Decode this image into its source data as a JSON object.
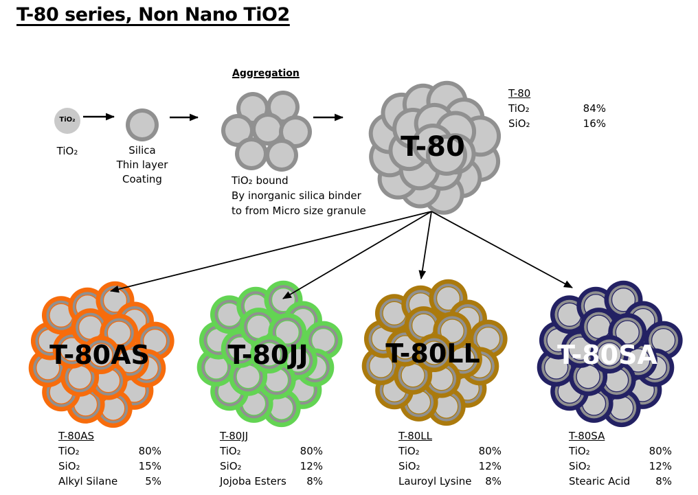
{
  "title": "T-80 series, Non Nano TiO2",
  "colors": {
    "particle_fill": "#c9c9c9",
    "particle_ring": "#909090",
    "plain_particle_fill": "#c9c9c9",
    "arrow": "#000000",
    "t80as_orange": "#f76c0c",
    "t80jj_green": "#63d453",
    "t80ll_gold": "#ab7a0d",
    "t80sa_navy": "#232163"
  },
  "process": {
    "tio2_particle_text": "TiO₂",
    "tio2_caption": "TiO₂",
    "silica_caption": [
      "Silica",
      "Thin layer",
      "Coating"
    ],
    "aggregation_heading": "Aggregation",
    "aggregation_caption": [
      "TiO₂ bound",
      "By inorganic silica binder",
      "to from Micro size granule"
    ]
  },
  "t80": {
    "cluster_label": "T-80",
    "info": {
      "title": "T-80",
      "rows": [
        [
          "TiO₂",
          "84%"
        ],
        [
          "SiO₂",
          "16%"
        ]
      ]
    }
  },
  "variants": [
    {
      "cluster_label": "T-80AS",
      "color": "#f76c0c",
      "label_color": "#000000",
      "info": {
        "title": "T-80AS",
        "rows": [
          [
            "TiO₂",
            "80%"
          ],
          [
            "SiO₂",
            "15%"
          ],
          [
            "Alkyl Silane",
            "5%"
          ]
        ]
      }
    },
    {
      "cluster_label": "T-80JJ",
      "color": "#63d453",
      "label_color": "#000000",
      "info": {
        "title": "T-80JJ",
        "rows": [
          [
            "TiO₂",
            "80%"
          ],
          [
            "SiO₂",
            "12%"
          ],
          [
            "Jojoba Esters",
            "8%"
          ]
        ]
      }
    },
    {
      "cluster_label": "T-80LL",
      "color": "#ab7a0d",
      "label_color": "#000000",
      "info": {
        "title": "T-80LL",
        "rows": [
          [
            "TiO₂",
            "80%"
          ],
          [
            "SiO₂",
            "12%"
          ],
          [
            "Lauroyl Lysine",
            "8%"
          ]
        ]
      }
    },
    {
      "cluster_label": "T-80SA",
      "color": "#232163",
      "label_color": "#ffffff",
      "info": {
        "title": "T-80SA",
        "rows": [
          [
            "TiO₂",
            "80%"
          ],
          [
            "SiO₂",
            "12%"
          ],
          [
            "Stearic Acid",
            "8%"
          ]
        ]
      }
    }
  ]
}
